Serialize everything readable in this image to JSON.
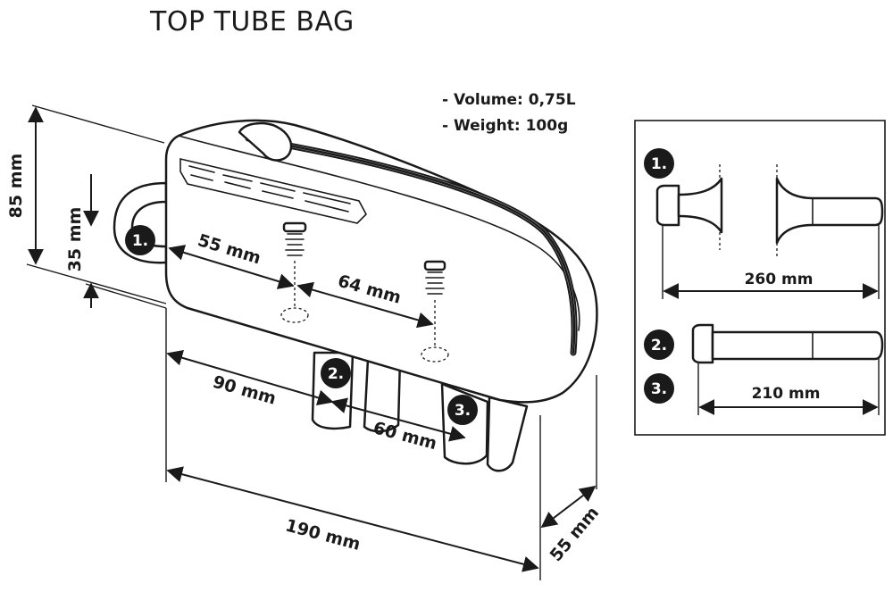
{
  "title": "TOP TUBE BAG",
  "specs": {
    "volume": "- Volume: 0,75L",
    "weight": "- Weight: 100g"
  },
  "dimensions": {
    "height_total": "85 mm",
    "height_small": "35 mm",
    "strap_offset": "55 mm",
    "bolt_spacing": "64 mm",
    "front_to_strap": "90 mm",
    "strap_spacing": "60 mm",
    "length": "190 mm",
    "width": "55 mm"
  },
  "badges": {
    "b1": "1.",
    "b2": "2.",
    "b3": "3."
  },
  "strap_panel": {
    "strap1_label": "1.",
    "strap1_length": "260 mm",
    "strap2_label": "2.",
    "strap3_label": "3.",
    "strap23_length": "210 mm"
  },
  "colors": {
    "ink": "#1a1a1a",
    "background": "#ffffff"
  }
}
